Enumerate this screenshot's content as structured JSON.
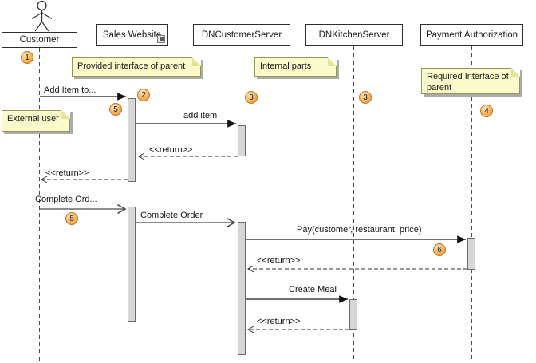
{
  "lifelines": [
    {
      "label": "Customer",
      "kind": "actor"
    },
    {
      "label": "Sales Website",
      "kind": "object",
      "has_nested_parts_indicator": true
    },
    {
      "label": "DNCustomerServer",
      "kind": "object"
    },
    {
      "label": "DNKitchenServer",
      "kind": "object"
    },
    {
      "label": "Payment Authorization",
      "kind": "object"
    }
  ],
  "notes": [
    {
      "text": "Provided interface of parent"
    },
    {
      "text": "Internal parts"
    },
    {
      "text": "Required Interface of parent"
    },
    {
      "text": "External user"
    }
  ],
  "messages": [
    {
      "label": "Add Item to...",
      "from": "Customer",
      "to": "Sales Website",
      "kind": "sync"
    },
    {
      "label": "add item",
      "from": "Sales Website",
      "to": "DNCustomerServer",
      "kind": "sync"
    },
    {
      "label": "<<return>>",
      "from": "DNCustomerServer",
      "to": "Sales Website",
      "kind": "return"
    },
    {
      "label": "<<return>>",
      "from": "Sales Website",
      "to": "Customer",
      "kind": "return"
    },
    {
      "label": "Complete Ord...",
      "from": "Customer",
      "to": "Sales Website",
      "kind": "async"
    },
    {
      "label": "Complete Order",
      "from": "Sales Website",
      "to": "DNCustomerServer",
      "kind": "async"
    },
    {
      "label": "Pay(customer, restaurant, price)",
      "from": "DNCustomerServer",
      "to": "Payment Authorization",
      "kind": "sync"
    },
    {
      "label": "<<return>>",
      "from": "Payment Authorization",
      "to": "DNCustomerServer",
      "kind": "return"
    },
    {
      "label": "Create Meal",
      "from": "DNCustomerServer",
      "to": "DNKitchenServer",
      "kind": "sync"
    },
    {
      "label": "<<return>>",
      "from": "DNKitchenServer",
      "to": "DNCustomerServer",
      "kind": "return"
    }
  ],
  "callouts": [
    "1",
    "2",
    "3",
    "3",
    "4",
    "5",
    "5",
    "6"
  ],
  "colors": {
    "note_fill": "#FBFACB",
    "note_border": "#97945A",
    "callout_fill": "#F8B75F",
    "callout_border": "#BF7327",
    "activation_fill": "#D6D6D6",
    "activation_border": "#6B6B6B",
    "line_color": "#2E2E2E"
  }
}
